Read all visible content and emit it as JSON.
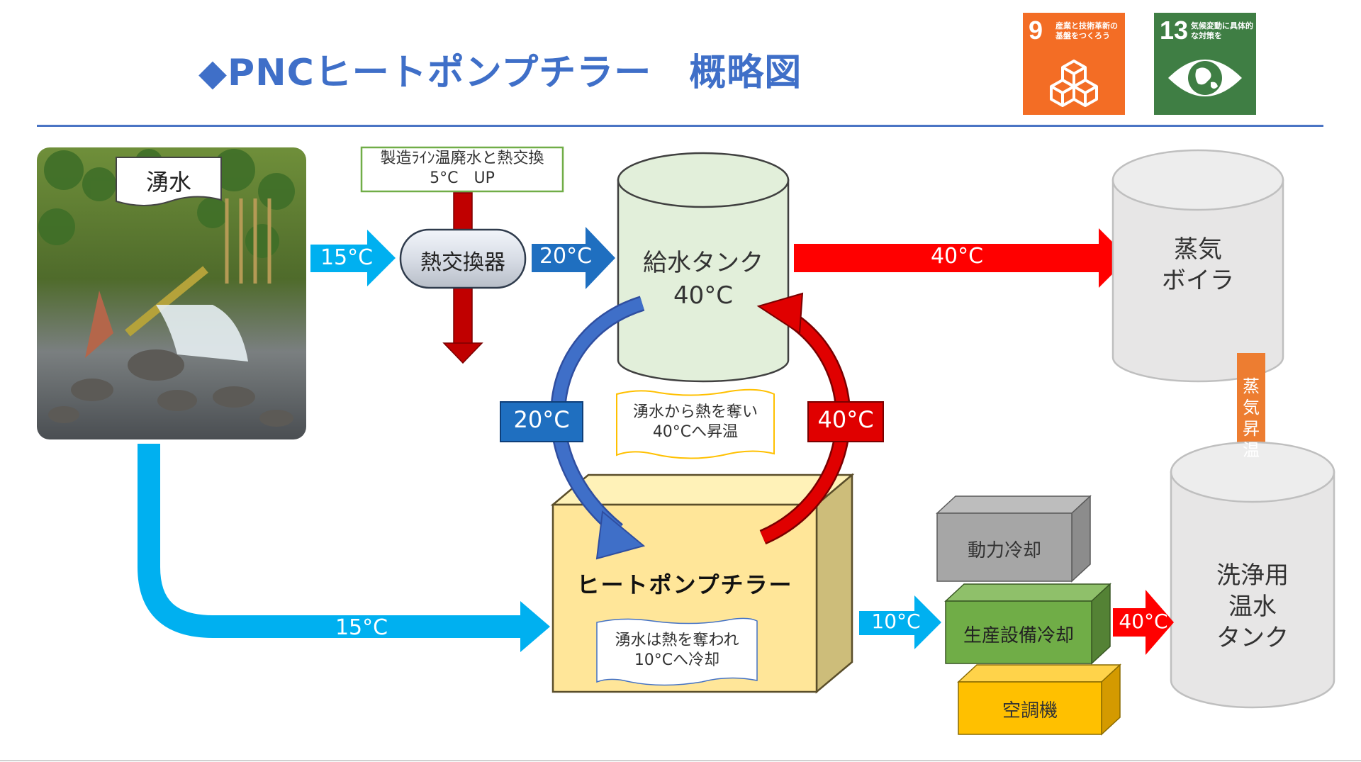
{
  "header": {
    "title": "◆PNCヒートポンプチラー　概略図"
  },
  "sdg_badges": [
    {
      "number": "9",
      "text": "産業と技術革新の基盤をつくろう",
      "color": "#f36d25",
      "icon": "cubes-icon"
    },
    {
      "number": "13",
      "text": "気候変動に具体的な対策を",
      "color": "#3f7e44",
      "icon": "earth-eye-icon"
    }
  ],
  "diagram": {
    "spring_water": "湧水",
    "heat_exchanger": "熱交換器",
    "exchange_note_line1": "製造ﾗｲﾝ温廃水と熱交換",
    "exchange_note_line2": "5°C　UP",
    "feed_tank_line1": "給水タンク",
    "feed_tank_line2": "40°C",
    "boiler_line1": "蒸気",
    "boiler_line2": "ボイラ",
    "steam_raise": "蒸気昇温",
    "wash_tank_line1": "洗浄用",
    "wash_tank_line2": "温水",
    "wash_tank_line3": "タンク",
    "heat_pump": "ヒートポンプチラー",
    "hp_note_line1": "湧水から熱を奪い",
    "hp_note_line2": "40°Cへ昇温",
    "cool_note_line1": "湧水は熱を奪われ",
    "cool_note_line2": "10°Cへ冷却",
    "power_cooling": "動力冷却",
    "production_cooling": "生産設備冷却",
    "air_conditioner": "空調機",
    "temp_15_in": "15°C",
    "temp_20_out": "20°C",
    "temp_40_boiler": "40°C",
    "temp_20_loop": "20°C",
    "temp_40_loop": "40°C",
    "temp_15_bottom": "15°C",
    "temp_10": "10°C",
    "temp_40_wash": "40°C"
  },
  "colors": {
    "title": "#3f6fc8",
    "cyan": "#00b0f0",
    "blue": "#1f6fc0",
    "red": "#ff0000",
    "darkred": "#c00000",
    "orange": "#ed7d31"
  }
}
